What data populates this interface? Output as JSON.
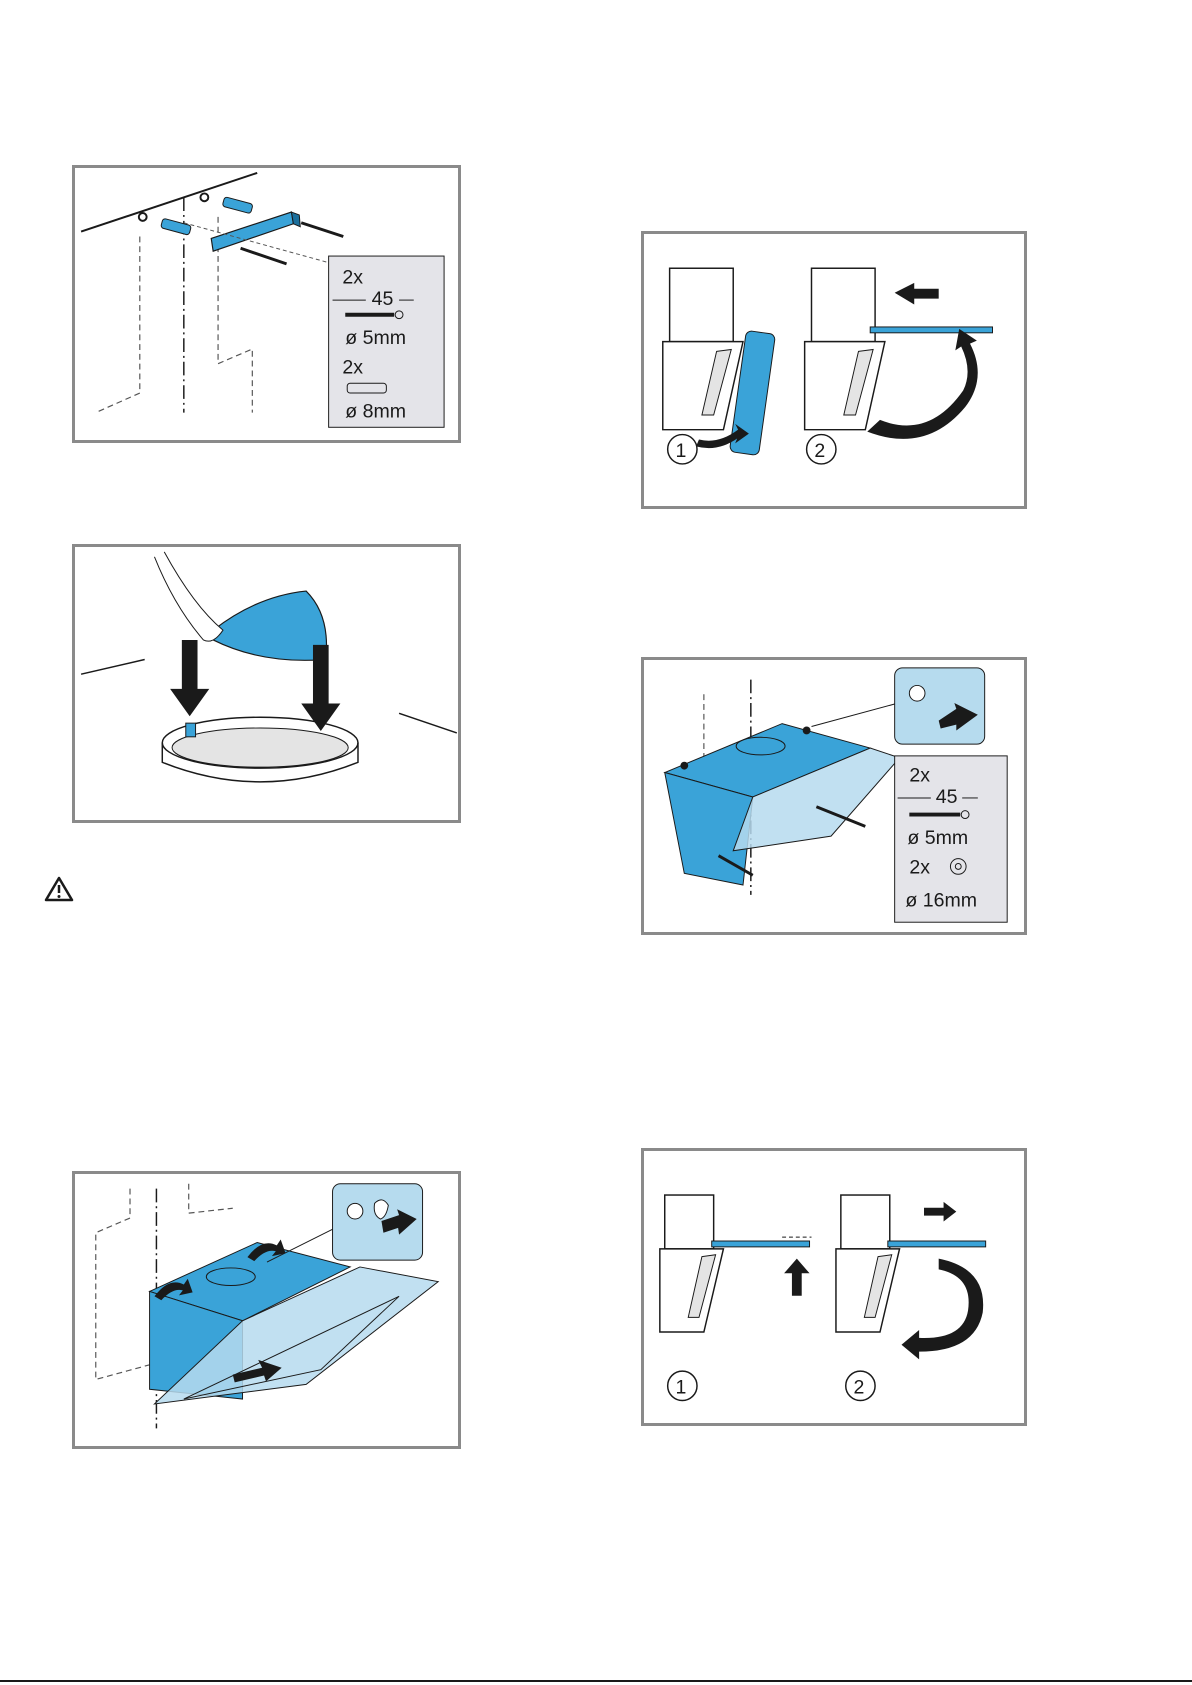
{
  "fig1": {
    "screw_count": "2x",
    "screw_length": "45",
    "screw_diameter": "ø 5mm",
    "dowel_count": "2x",
    "dowel_diameter": "ø 8mm"
  },
  "fig4": {
    "step1": "1",
    "step2": "2"
  },
  "fig5": {
    "screw_count": "2x",
    "screw_length": "45",
    "screw_diameter": "ø 5mm",
    "washer_count": "2x",
    "washer_diameter": "ø 16mm"
  },
  "fig6": {
    "step1": "1",
    "step2": "2"
  },
  "colors": {
    "accent": "#3aa3d8",
    "accent_light": "#b6dbee",
    "frame": "#8a8a8a"
  },
  "icons": [
    "warning-icon"
  ]
}
